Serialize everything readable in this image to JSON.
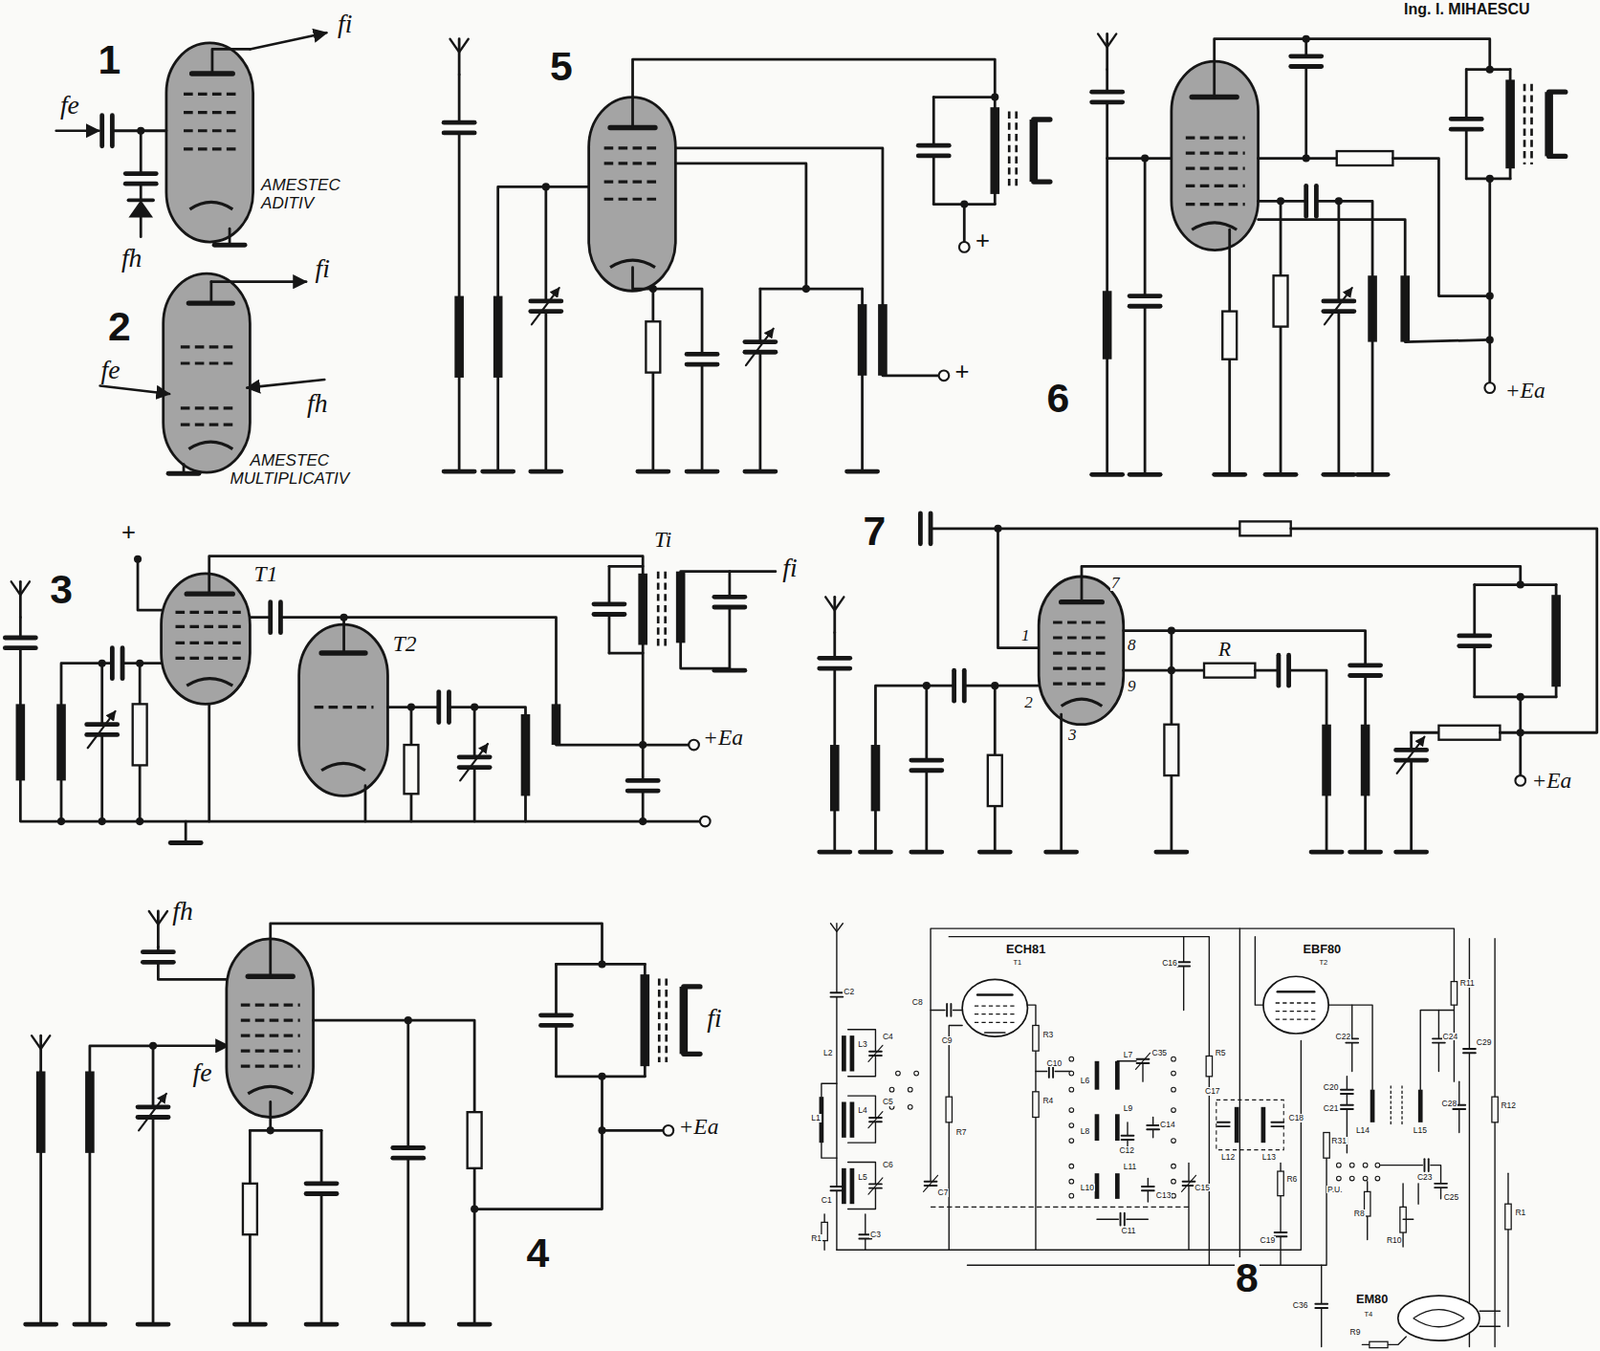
{
  "diagram": {
    "labels": [
      "Ing. I. MIHAESCU",
      "1",
      "fi",
      "fe",
      "fh",
      "AMESTEC ADITIV",
      "2",
      "fi",
      "fe",
      "fh",
      "AMESTEC MULTIPLICATIV",
      "5",
      "+",
      "+",
      "6",
      "+Ea",
      "3",
      "+",
      "T1",
      "T2",
      "Ti",
      "fi",
      "+Ea",
      "7",
      "1",
      "2",
      "3",
      "7",
      "8",
      "9",
      "R",
      "+Ea",
      "fh",
      "fe",
      "fi",
      "+Ea",
      "4",
      "8",
      "ECH81",
      "T1",
      "EBF80",
      "T2",
      "EM80",
      "T4",
      "C2",
      "L2",
      "L3",
      "C4",
      "L4",
      "C5",
      "L5",
      "C6",
      "L1",
      "C1",
      "R1",
      "C3",
      "C7",
      "C8",
      "C9",
      "R7",
      "R3",
      "R4",
      "C10",
      "L6",
      "L7",
      "C35",
      "L8",
      "L9",
      "C12",
      "C14",
      "L10",
      "L11",
      "C13",
      "C11",
      "C15",
      "C16",
      "R5",
      "C17",
      "L12",
      "L13",
      "C18",
      "R6",
      "C19",
      "R31",
      "C22",
      "L14",
      "L15",
      "C24",
      "R11",
      "C29",
      "C20",
      "C21",
      "C23",
      "C25",
      "C28",
      "R12",
      "R8",
      "R10",
      "R1",
      "P.U.",
      "C36",
      "R9"
    ]
  }
}
